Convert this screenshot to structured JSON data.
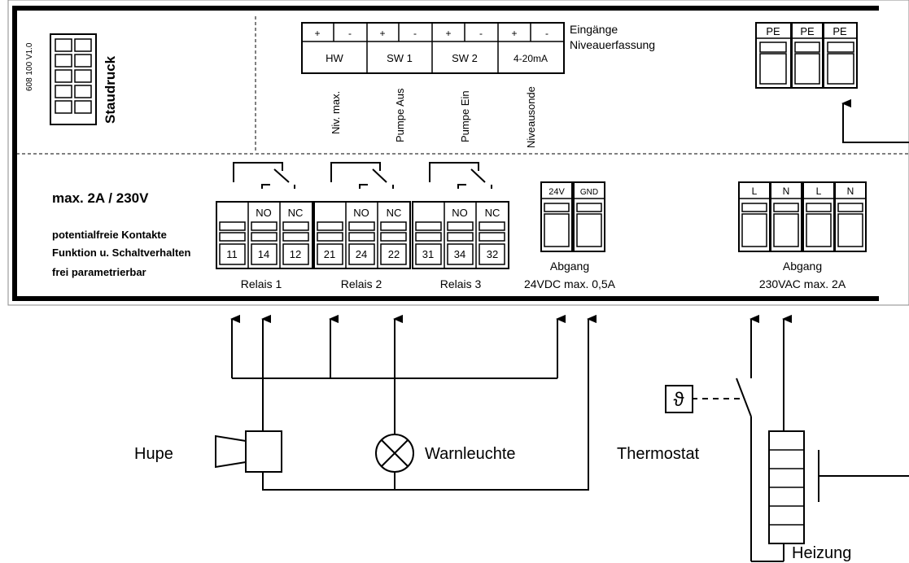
{
  "version": "608 100 V1.0",
  "top": {
    "staudruck_label": "Staudruck",
    "inputs_title_line1": "Eingänge",
    "inputs_title_line2": "Niveauerfassung",
    "inputs": [
      {
        "plus": "+",
        "minus": "-",
        "name": "HW",
        "function": "Niv. max."
      },
      {
        "plus": "+",
        "minus": "-",
        "name": "SW 1",
        "function": "Pumpe Aus"
      },
      {
        "plus": "+",
        "minus": "-",
        "name": "SW 2",
        "function": "Pumpe Ein"
      },
      {
        "plus": "+",
        "minus": "-",
        "name": "4-20mA",
        "function": "Niveausonde"
      }
    ],
    "pe_labels": [
      "PE",
      "PE",
      "PE"
    ]
  },
  "bottom": {
    "rating": "max. 2A / 230V",
    "desc_line1": "potentialfreie Kontakte",
    "desc_line2": "Funktion u. Schaltverhalten",
    "desc_line3": "frei parametrierbar",
    "relays": [
      {
        "name": "Relais 1",
        "tops": [
          "",
          "NO",
          "NC"
        ],
        "nums": [
          "11",
          "14",
          "12"
        ]
      },
      {
        "name": "Relais 2",
        "tops": [
          "",
          "NO",
          "NC"
        ],
        "nums": [
          "21",
          "24",
          "22"
        ]
      },
      {
        "name": "Relais 3",
        "tops": [
          "",
          "NO",
          "NC"
        ],
        "nums": [
          "31",
          "34",
          "32"
        ]
      }
    ],
    "dc_out": {
      "labels": [
        "24V",
        "GND"
      ],
      "line1": "Abgang",
      "line2": "24VDC max. 0,5A"
    },
    "ac_out": {
      "labels": [
        "L",
        "N",
        "L",
        "N"
      ],
      "line1": "Abgang",
      "line2": "230VAC max. 2A"
    }
  },
  "loads": {
    "hupe": "Hupe",
    "warnleuchte": "Warnleuchte",
    "thermostat": "Thermostat",
    "heizung": "Heizung",
    "theta_symbol": "ϑ"
  }
}
